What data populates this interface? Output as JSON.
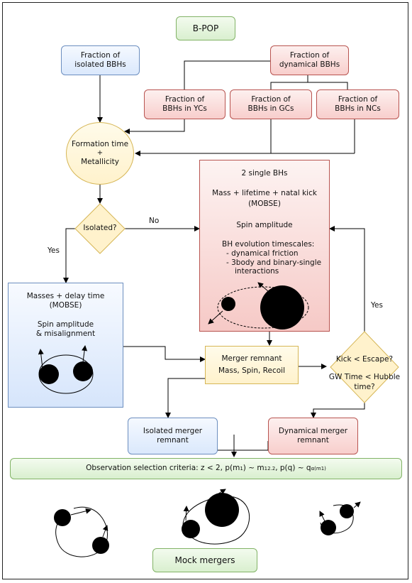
{
  "title": "B-POP",
  "frac_isolated": [
    "Fraction of",
    "isolated BBHs"
  ],
  "frac_dynamical": [
    "Fraction of",
    "dynamical BBHs"
  ],
  "frac_yc": [
    "Fraction of",
    "BBHs in YCs"
  ],
  "frac_gc": [
    "Fraction of",
    "BBHs in GCs"
  ],
  "frac_nc": [
    "Fraction of",
    "BBHs in NCs"
  ],
  "formation": [
    "Formation time",
    "+",
    "Metallicity"
  ],
  "isolated_q": "Isolated?",
  "label_no": "No",
  "label_yes_left": "Yes",
  "label_yes_right": "Yes",
  "dyn_panel": {
    "line1": "2 single BHs",
    "line2": "Mass + lifetime + natal kick",
    "line3": "(MOBSE)",
    "line4": "Spin amplitude",
    "line5": "BH evolution timescales:",
    "line6": "- dynamical friction",
    "line7": "- 3body and binary-single",
    "line8": "interactions"
  },
  "iso_panel": {
    "line1": "Masses + delay time",
    "line2": "(MOBSE)",
    "line3": "Spin amplitude",
    "line4": "& misalignment"
  },
  "merger_remnant": [
    "Merger remnant",
    "Mass, Spin, Recoil"
  ],
  "kick_q": [
    "Kick < Escape?",
    "GW Time < Hubble",
    "time?"
  ],
  "iso_remnant": [
    "Isolated merger",
    "remnant"
  ],
  "dyn_remnant": [
    "Dynamical merger",
    "remnant"
  ],
  "obs": {
    "prefix": "Observation selection criteria:  z < 2,  p(m",
    "sub1": "1",
    "mid1": ") ~ m",
    "sub2": "1",
    "sup1": "2.2",
    "mid2": ", p(q) ~ q",
    "sup2": "α(m1)"
  },
  "mock": "Mock mergers",
  "colors": {
    "green_border": "#82b366",
    "blue_border": "#6c8ebf",
    "red_border": "#b85450",
    "yellow_border": "#d6b656"
  }
}
